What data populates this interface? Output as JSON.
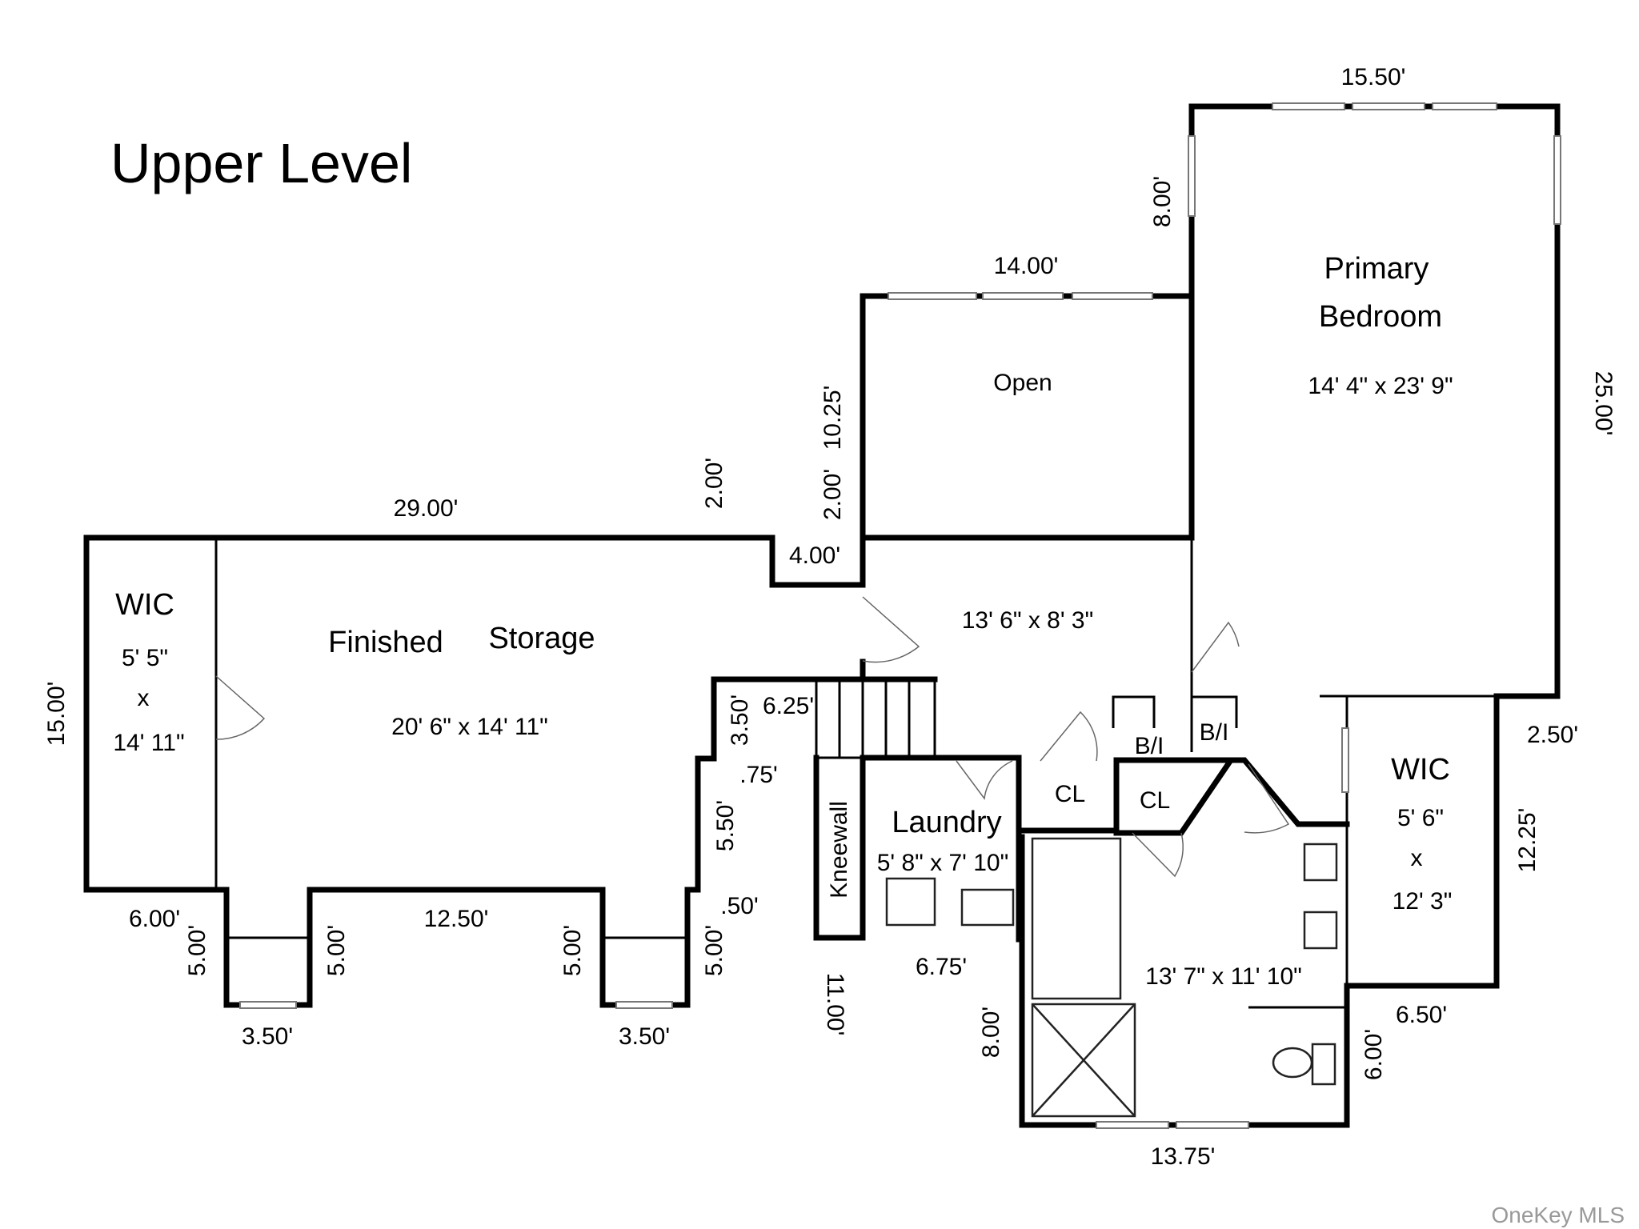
{
  "title": "Upper Level",
  "watermark": "OneKey MLS",
  "rooms": {
    "primary_bedroom_line1": "Primary",
    "primary_bedroom_line2": "Bedroom",
    "primary_bedroom_size": "14' 4\" x 23' 9\"",
    "open": "Open",
    "hall_size": "13' 6\" x 8' 3\"",
    "finished": "Finished",
    "storage": "Storage",
    "storage_size": "20' 6\" x 14' 11\"",
    "wic_left": "WIC",
    "wic_left_w": "5' 5\"",
    "wic_left_x": "x",
    "wic_left_l": "14' 11\"",
    "wic_right": "WIC",
    "wic_right_w": "5' 6\"",
    "wic_right_x": "x",
    "wic_right_l": "12' 3\"",
    "laundry": "Laundry",
    "laundry_size": "5' 8\" x 7' 10\"",
    "kneewall": "Kneewall",
    "cl1": "CL",
    "cl2": "CL",
    "bi1": "B/I",
    "bi2": "B/I",
    "bath_size": "13' 7\" x 11' 10\""
  },
  "dimensions": {
    "d_15_50": "15.50'",
    "d_8_00_top": "8.00'",
    "d_14_00": "14.00'",
    "d_25_00": "25.00'",
    "d_10_25": "10.25'",
    "d_2_00_a": "2.00'",
    "d_2_00_b": "2.00'",
    "d_29_00": "29.00'",
    "d_4_00": "4.00'",
    "d_15_00": "15.00'",
    "d_6_25": "6.25'",
    "d_3_50_v": "3.50'",
    "d_075": ".75'",
    "d_5_50": "5.50'",
    "d_050": ".50'",
    "d_6_00": "6.00'",
    "d_5_00_a": "5.00'",
    "d_5_00_b": "5.00'",
    "d_12_50": "12.50'",
    "d_5_00_c": "5.00'",
    "d_5_00_d": "5.00'",
    "d_3_50_a": "3.50'",
    "d_3_50_b": "3.50'",
    "d_11_00": "11.00'",
    "d_6_75": "6.75'",
    "d_8_00_bath": "8.00'",
    "d_13_75": "13.75'",
    "d_2_50": "2.50'",
    "d_12_25": "12.25'",
    "d_6_50": "6.50'",
    "d_6_00_b": "6.00'"
  }
}
